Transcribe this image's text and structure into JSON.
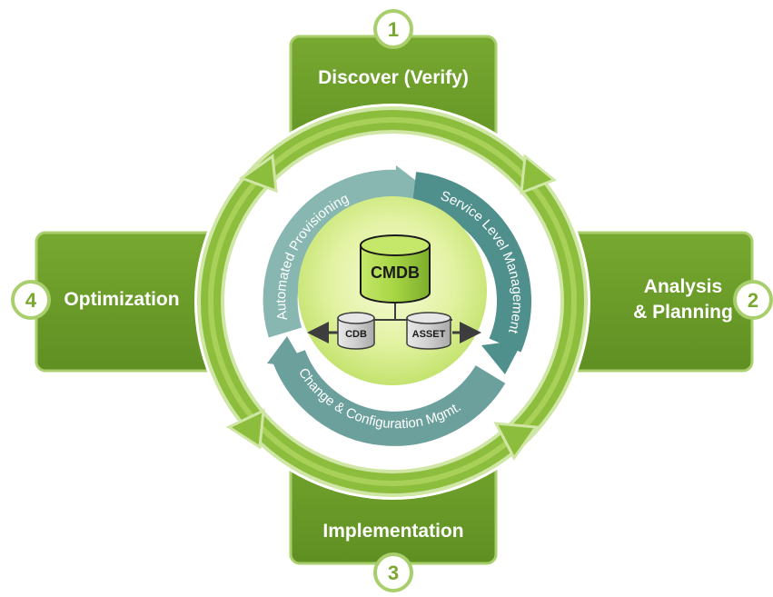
{
  "phases": [
    {
      "number": "1",
      "label": "Discover (Verify)"
    },
    {
      "number": "2",
      "label_line1": "Analysis",
      "label_line2": "& Planning"
    },
    {
      "number": "3",
      "label": "Implementation"
    },
    {
      "number": "4",
      "label": "Optimization"
    }
  ],
  "inner_arcs": {
    "automated_provisioning": "Automated Provisioning",
    "service_level_management": "Service Level Management",
    "change_configuration": "Change & Configuration Mgmt."
  },
  "databases": {
    "main": "CMDB",
    "left": "CDB",
    "right": "ASSET"
  },
  "colors": {
    "phase_green": "#6e9f2a",
    "phase_border": "#a9cf6c",
    "outer_ring": "#8cbd3d",
    "inner_teal": "#4f8f8c",
    "inner_teal_light": "#87b7b0",
    "db_green": "#a6d443"
  }
}
